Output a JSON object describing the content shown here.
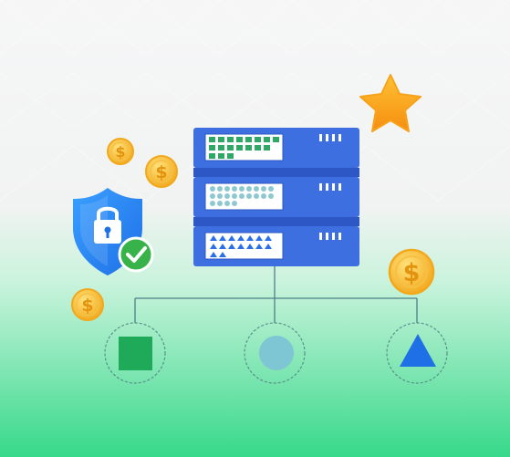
{
  "illustration": {
    "colors": {
      "bg_top": "#f4f5f6",
      "bg_bottom": "#3ddc8c",
      "server_blue": "#3d6fe0",
      "server_dark": "#2c57c4",
      "shield_blue": "#2f8cff",
      "check_green": "#37b34a",
      "coin_gold": "#f7b731",
      "star_gold": "#f9a11b",
      "node_square": "#1faa5a",
      "node_circle": "#7ec6d4",
      "node_triangle": "#1f6fe6",
      "connector": "#4d7f86"
    },
    "icons": {
      "server": "server-rack-icon",
      "shield": "shield-lock-icon",
      "check": "check-badge-icon",
      "star": "star-icon",
      "coin": "dollar-coin-icon"
    },
    "coin_symbol": "$",
    "nodes": [
      "square",
      "circle",
      "triangle"
    ]
  }
}
